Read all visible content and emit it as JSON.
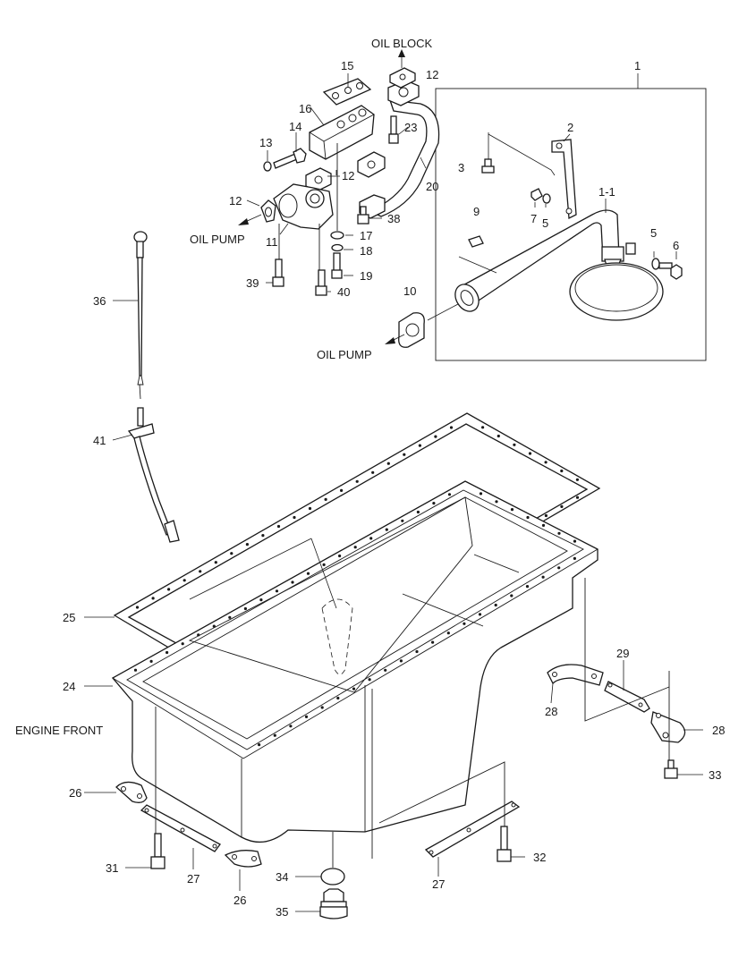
{
  "labels": {
    "oil_block": "OIL BLOCK",
    "oil_pump_upper": "OIL PUMP",
    "oil_pump_lower": "OIL PUMP",
    "engine_front": "ENGINE FRONT"
  },
  "callouts": {
    "n1": "1",
    "n1_1": "1-1",
    "n2": "2",
    "n3": "3",
    "n5a": "5",
    "n5b": "5",
    "n6": "6",
    "n7": "7",
    "n9": "9",
    "n10": "10",
    "n11": "11",
    "n12a": "12",
    "n12b": "12",
    "n12c": "12",
    "n13": "13",
    "n14": "14",
    "n15": "15",
    "n16": "16",
    "n17": "17",
    "n18": "18",
    "n19": "19",
    "n20": "20",
    "n23": "23",
    "n24": "24",
    "n25": "25",
    "n26a": "26",
    "n26b": "26",
    "n27a": "27",
    "n27b": "27",
    "n28a": "28",
    "n28b": "28",
    "n29": "29",
    "n31": "31",
    "n32": "32",
    "n33": "33",
    "n34": "34",
    "n35": "35",
    "n36": "36",
    "n38": "38",
    "n39": "39",
    "n40": "40",
    "n41": "41"
  }
}
